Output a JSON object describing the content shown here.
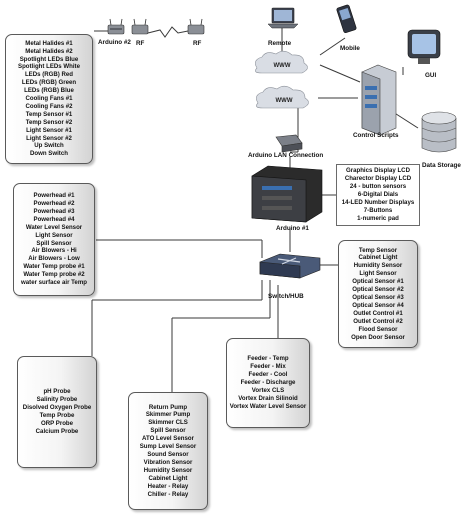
{
  "labels": {
    "arduino2": "Arduino #2",
    "rf1": "RF",
    "rf2": "RF",
    "remote": "Remote",
    "mobile": "Mobile",
    "gui": "GUI",
    "control_scripts": "Control Scripts",
    "data_storage": "Data Storage",
    "arduino_lan": "Arduino LAN Connection",
    "arduino1": "Arduino #1",
    "switch_hub": "Switch/HUB",
    "cloud1": "WWW",
    "cloud2": "WWW"
  },
  "boxes": {
    "arduino2_devices": [
      "Metal Halides #1",
      "Metal Halides #2",
      "Spotlight LEDs Blue",
      "Spotlight LEDs White",
      "LEDs (RGB) Red",
      "LEDs (RGB) Green",
      "LEDs (RGB) Blue",
      "Cooling Fans #1",
      "Cooling Fans #2",
      "Temp Sensor #1",
      "Temp Sensor #2",
      "Light Sensor #1",
      "Light Sensor #2",
      "Up Switch",
      "Down Switch"
    ],
    "arduino1_peripherals": [
      "Graphics Display LCD",
      "Charector Display LCD",
      "24 - button sensors",
      "6-Digital Dials",
      "14-LED Number Displays",
      "7-Buttons",
      "1-numeric pad"
    ],
    "powerheads": [
      "Powerhead #1",
      "Powerhead #2",
      "Powerhead #3",
      "Powerhead #4",
      "Water Level Sensor",
      "Light Sensor",
      "Spill Sensor",
      "Air Blowers - Hi",
      "Air Blowers - Low",
      "Water Temp probe #1",
      "Water Temp probe #2",
      "water surface air Temp"
    ],
    "sensors_right": [
      "Temp Sensor",
      "Cabinet Light",
      "Humidity Sensor",
      "Light Sensor",
      "Optical Sensor #1",
      "Optical Sensor #2",
      "Optical Sensor #3",
      "Optical Sensor #4",
      "Outlet Control #1",
      "Outlet Control #2",
      "Flood Sensor",
      "Open Door Sensor"
    ],
    "feeder": [
      "Feeder - Temp",
      "Feeder - Mix",
      "Feeder - Cool",
      "Feeder - Discharge",
      "Vortex CLS",
      "Vortex Drain Silinoid",
      "Vortex Water Level Sensor"
    ],
    "probes": [
      "pH Probe",
      "Salinity Probe",
      "Disolved Oxygen Probe",
      "Temp Probe",
      "ORP Probe",
      "Calcium Probe"
    ],
    "pumps": [
      "Return Pump",
      "Skimmer Pump",
      "Skimmer CLS",
      "Spill Sensor",
      "ATO Level Sensor",
      "Sump Level Sensor",
      "Sound Sensor",
      "Vibration Sensor",
      "Humidity Sensor",
      "Cabinet Light",
      "Heater - Relay",
      "Chiller - Relay"
    ]
  },
  "colors": {
    "line": "#3a3a3a",
    "box_border": "#5a5a5a",
    "device_dark": "#2b2b2b",
    "cloud": "#d9dde4",
    "server_blue": "#3a6fb0"
  },
  "icons": [
    "router-icon",
    "rf-signal-icon",
    "laptop-icon",
    "mobile-phone-icon",
    "monitor-icon",
    "cloud-icon",
    "server-icon",
    "database-icon",
    "rack-server-icon",
    "network-switch-icon"
  ]
}
